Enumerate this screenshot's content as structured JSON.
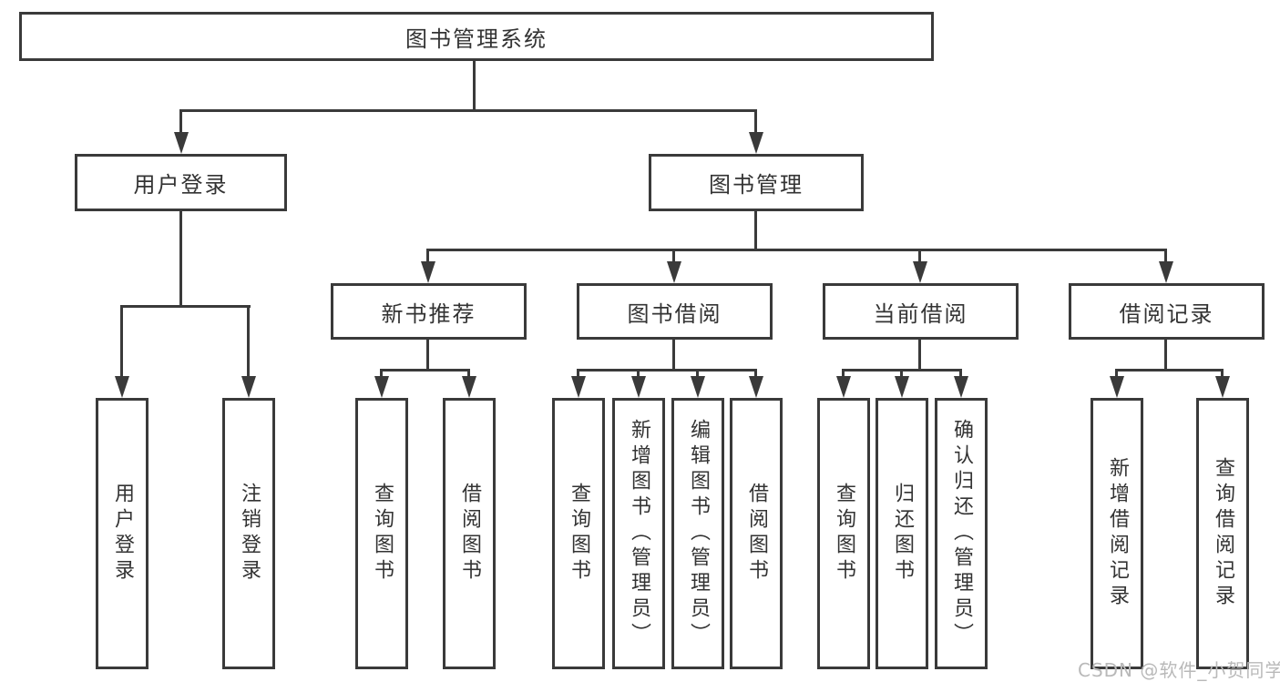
{
  "diagram_type": "tree-hierarchy",
  "title": "图书管理系统",
  "watermark": "CSDN @软件_小贺同学",
  "colors": {
    "line": "#3a3a3a",
    "text": "#333333",
    "background": "#ffffff",
    "watermark": "#b9b9b9"
  },
  "tree": {
    "root": {
      "label": "图书管理系统"
    },
    "branches": [
      {
        "label": "用户登录",
        "leaves": [
          {
            "label": "用户登录"
          },
          {
            "label": "注销登录"
          }
        ]
      },
      {
        "label": "图书管理",
        "groups": [
          {
            "label": "新书推荐",
            "leaves": [
              {
                "label": "查询图书"
              },
              {
                "label": "借阅图书"
              }
            ]
          },
          {
            "label": "图书借阅",
            "leaves": [
              {
                "label": "查询图书"
              },
              {
                "label": "新增图书（管理员）"
              },
              {
                "label": "编辑图书（管理员）"
              },
              {
                "label": "借阅图书"
              }
            ]
          },
          {
            "label": "当前借阅",
            "leaves": [
              {
                "label": "查询图书"
              },
              {
                "label": "归还图书"
              },
              {
                "label": "确认归还（管理员）"
              }
            ]
          },
          {
            "label": "借阅记录",
            "leaves": [
              {
                "label": "新增借阅记录"
              },
              {
                "label": "查询借阅记录"
              }
            ]
          }
        ]
      }
    ]
  }
}
